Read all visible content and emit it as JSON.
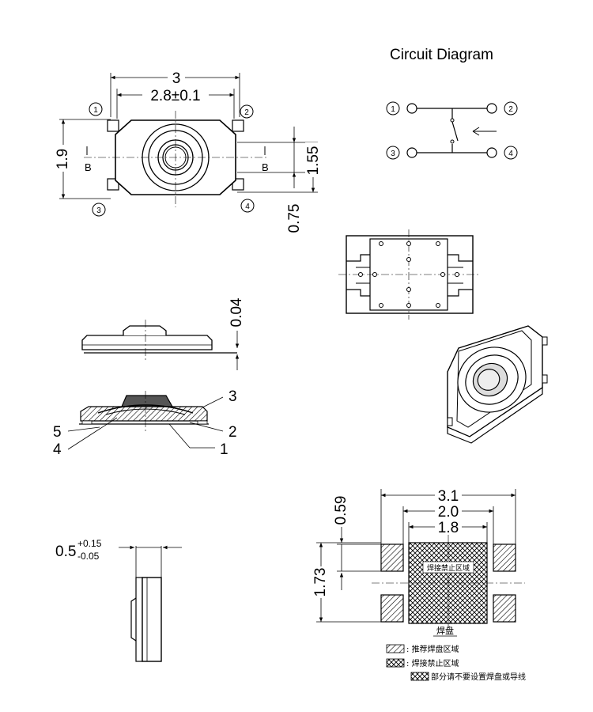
{
  "circuit": {
    "title": "Circuit Diagram",
    "pins": [
      "1",
      "2",
      "3",
      "4"
    ]
  },
  "top_view": {
    "width_outer": "3",
    "width_inner": "2.8±0.1",
    "height_left": "1.9",
    "height_right": "1.55",
    "dim_075": "0.75",
    "section_label_left": "B",
    "section_label_right": "B",
    "pins": [
      "1",
      "2",
      "3",
      "4"
    ]
  },
  "side_view": {
    "dim_004": "0.04"
  },
  "section_view": {
    "callouts": [
      "3",
      "5",
      "2",
      "4",
      "1"
    ]
  },
  "end_view": {
    "thickness_base": "0.5",
    "tol_plus": "+0.15",
    "tol_minus": "-0.05"
  },
  "footprint": {
    "dim_31": "3.1",
    "dim_20": "2.0",
    "dim_18": "1.8",
    "dim_059": "0.59",
    "dim_173": "1.73",
    "keepout_label": "焊接禁止区域",
    "pad_label": "焊盘"
  },
  "legend": [
    "推荐焊盘区域",
    "焊接禁止区域",
    "部分请不要设置焊盘或导线"
  ]
}
